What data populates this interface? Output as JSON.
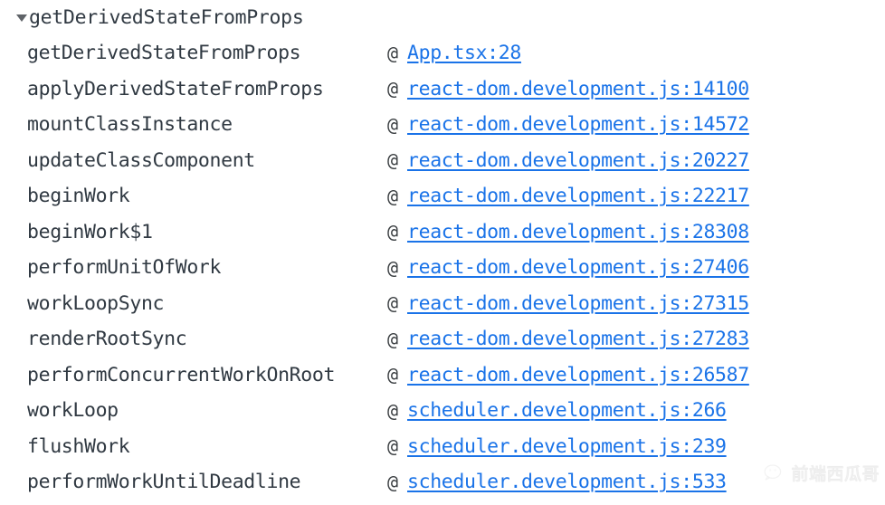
{
  "panel": {
    "name": "console-stack-trace",
    "background_color": "#ffffff",
    "text_color": "#303942",
    "link_color": "#1a73e8"
  },
  "group": {
    "label": "getDerivedStateFromProps",
    "expanded": true,
    "disclosure_icon": "triangle-down-icon"
  },
  "separator": "@",
  "frames": [
    {
      "function": "getDerivedStateFromProps",
      "at": "@",
      "source": "App.tsx",
      "line": "28",
      "link": "App.tsx:28"
    },
    {
      "function": "applyDerivedStateFromProps",
      "at": "@",
      "source": "react-dom.development.js",
      "line": "14100",
      "link": "react-dom.development.js:14100"
    },
    {
      "function": "mountClassInstance",
      "at": "@",
      "source": "react-dom.development.js",
      "line": "14572",
      "link": "react-dom.development.js:14572"
    },
    {
      "function": "updateClassComponent",
      "at": "@",
      "source": "react-dom.development.js",
      "line": "20227",
      "link": "react-dom.development.js:20227"
    },
    {
      "function": "beginWork",
      "at": "@",
      "source": "react-dom.development.js",
      "line": "22217",
      "link": "react-dom.development.js:22217"
    },
    {
      "function": "beginWork$1",
      "at": "@",
      "source": "react-dom.development.js",
      "line": "28308",
      "link": "react-dom.development.js:28308"
    },
    {
      "function": "performUnitOfWork",
      "at": "@",
      "source": "react-dom.development.js",
      "line": "27406",
      "link": "react-dom.development.js:27406"
    },
    {
      "function": "workLoopSync",
      "at": "@",
      "source": "react-dom.development.js",
      "line": "27315",
      "link": "react-dom.development.js:27315"
    },
    {
      "function": "renderRootSync",
      "at": "@",
      "source": "react-dom.development.js",
      "line": "27283",
      "link": "react-dom.development.js:27283"
    },
    {
      "function": "performConcurrentWorkOnRoot",
      "at": "@",
      "source": "react-dom.development.js",
      "line": "26587",
      "link": "react-dom.development.js:26587"
    },
    {
      "function": "workLoop",
      "at": "@",
      "source": "scheduler.development.js",
      "line": "266",
      "link": "scheduler.development.js:266"
    },
    {
      "function": "flushWork",
      "at": "@",
      "source": "scheduler.development.js",
      "line": "239",
      "link": "scheduler.development.js:239"
    },
    {
      "function": "performWorkUntilDeadline",
      "at": "@",
      "source": "scheduler.development.js",
      "line": "533",
      "link": "scheduler.development.js:533"
    }
  ],
  "watermark": {
    "text": "前端西瓜哥",
    "logo": "wechat-logo-icon"
  }
}
